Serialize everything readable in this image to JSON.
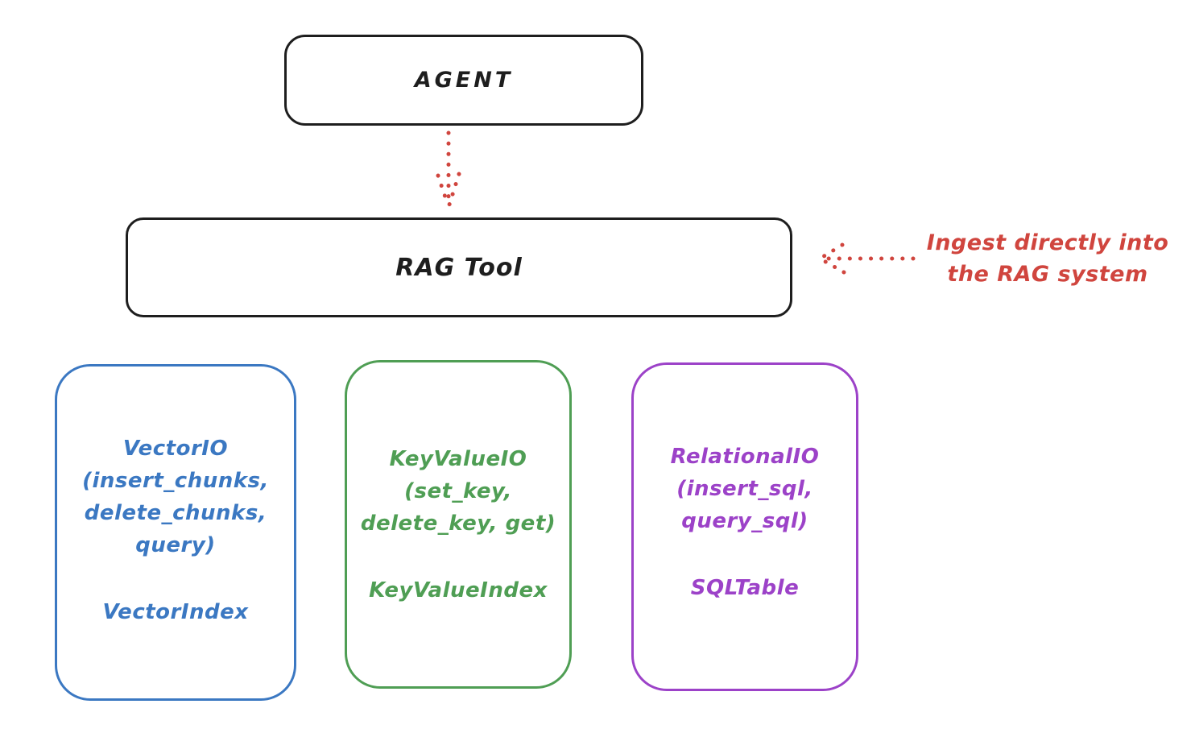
{
  "diagram": {
    "agent": {
      "label": "AGENT"
    },
    "rag_tool": {
      "label": "RAG Tool"
    },
    "annotation": {
      "line1": "Ingest directly into",
      "line2": "the RAG system"
    },
    "backends": [
      {
        "id": "vector-io",
        "lines": [
          "VectorIO",
          "(insert_chunks,",
          "delete_chunks,",
          "query)"
        ],
        "index_label": "VectorIndex",
        "color": "#3b78c2"
      },
      {
        "id": "keyvalue-io",
        "lines": [
          "KeyValueIO",
          "(set_key,",
          "delete_key, get)"
        ],
        "index_label": "KeyValueIndex",
        "color": "#4f9e54"
      },
      {
        "id": "relational-io",
        "lines": [
          "RelationalIO",
          "(insert_sql,",
          "query_sql)"
        ],
        "index_label": "SQLTable",
        "color": "#9c42c8"
      }
    ],
    "colors": {
      "stroke": "#1e1e1e",
      "arrow_red": "#d0453e",
      "annotation_red": "#d0453e",
      "vector_blue": "#3b78c2",
      "keyvalue_green": "#4f9e54",
      "relational_purple": "#9c42c8",
      "background": "#ffffff"
    }
  }
}
